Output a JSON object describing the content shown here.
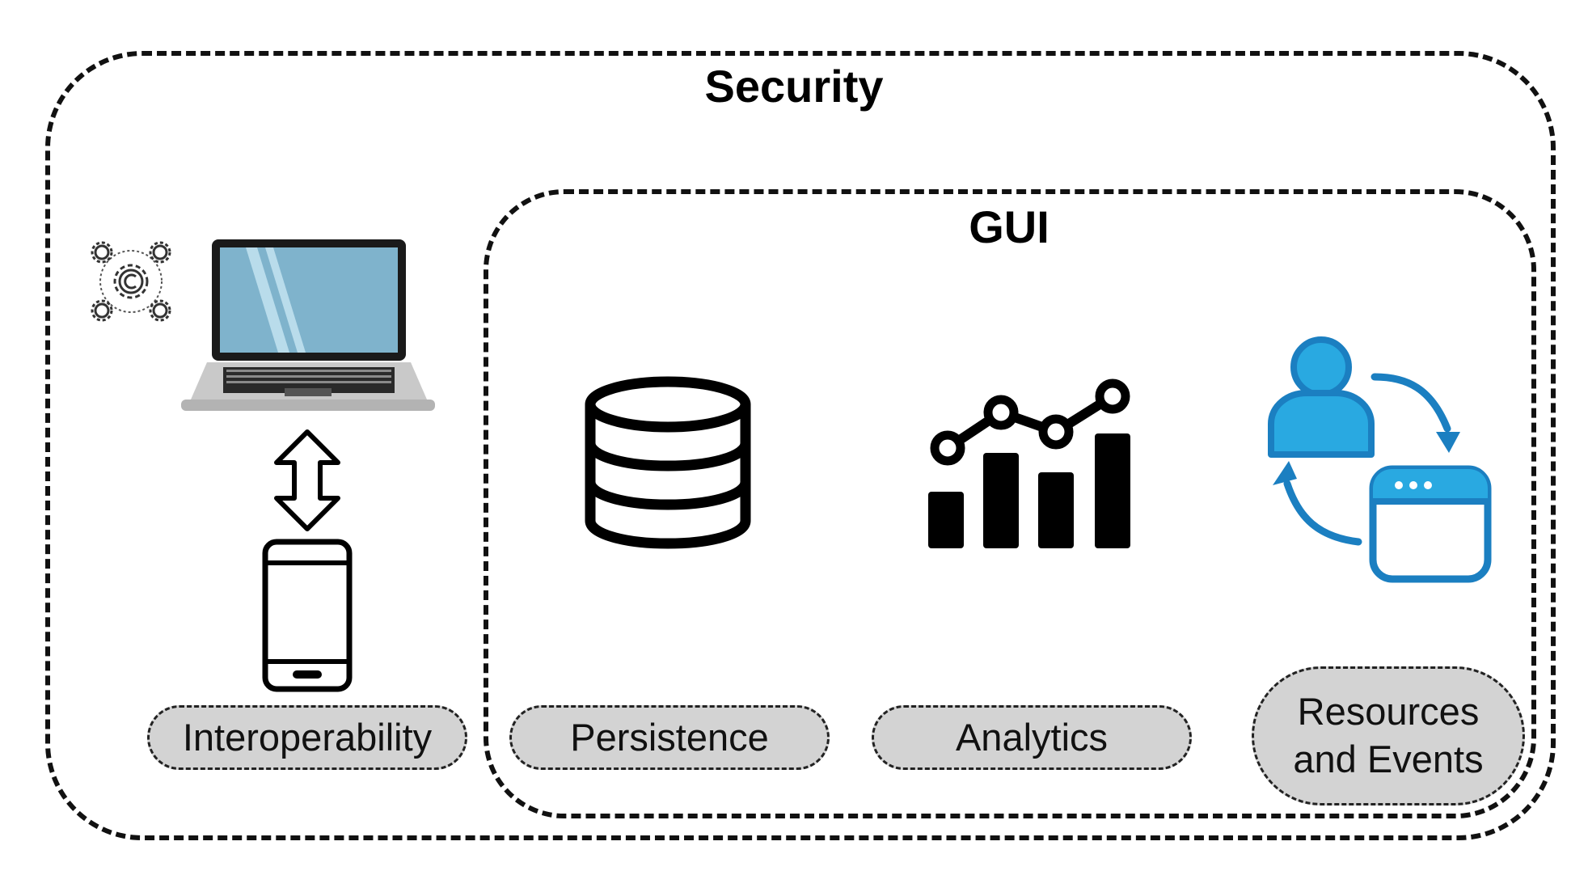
{
  "diagram": {
    "outer_label": "Security",
    "inner_label": "GUI",
    "components": [
      {
        "label": "Interoperability"
      },
      {
        "label": "Persistence"
      },
      {
        "label": "Analytics"
      },
      {
        "label": "Resources and Events"
      }
    ]
  },
  "colors": {
    "border": "#111111",
    "pill_fill": "#d3d3d3",
    "laptop_screen": "#7fb3cc",
    "resource_icon_blue": "#29a9e1",
    "resource_icon_stroke": "#1b7fc1"
  },
  "icons": [
    "gears-icon",
    "laptop-icon",
    "double-arrow-icon",
    "phone-icon",
    "database-icon",
    "analytics-chart-icon",
    "user-icon",
    "window-icon",
    "cycle-arrows-icon"
  ]
}
